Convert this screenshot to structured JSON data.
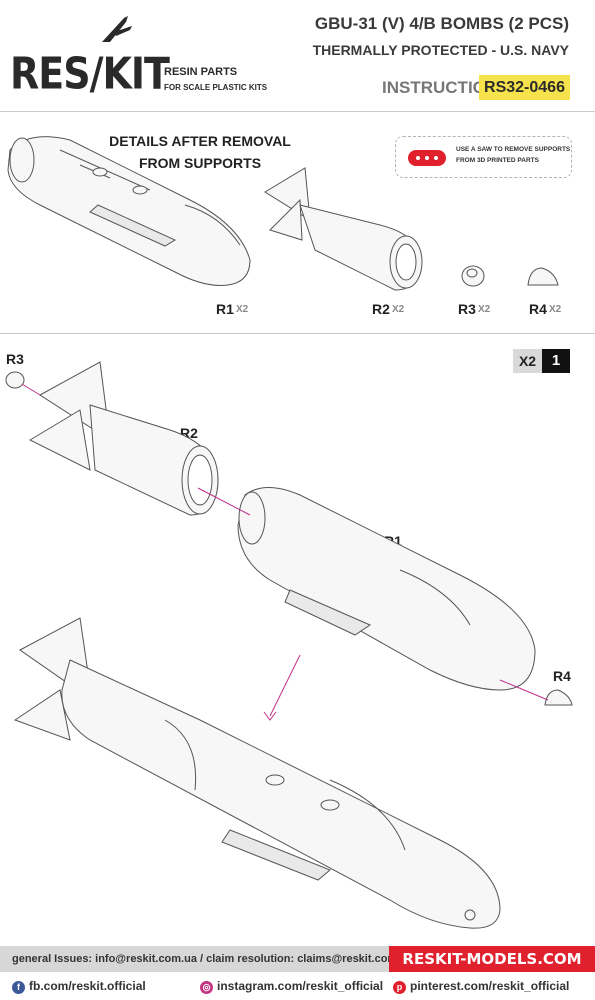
{
  "brand": {
    "wordmark": "RES/KIT",
    "line1": "RESIN PARTS",
    "line2": "FOR SCALE PLASTIC KITS"
  },
  "header": {
    "title": "GBU-31 (V) 4/B BOMBS (2 PCS)",
    "subtitle": "THERMALLY PROTECTED - U.S. NAVY",
    "instruction_label": "INSTRUCTION",
    "code": "RS32-0466"
  },
  "details": {
    "line1": "DETAILS AFTER REMOVAL",
    "line2": "FROM SUPPORTS"
  },
  "note": {
    "line1": "USE A SAW TO REMOVE SUPPORTS",
    "line2": "FROM 3D PRINTED PARTS"
  },
  "parts": [
    {
      "label": "R1",
      "qty": "X2"
    },
    {
      "label": "R2",
      "qty": "X2"
    },
    {
      "label": "R3",
      "qty": "X2"
    },
    {
      "label": "R4",
      "qty": "X2"
    }
  ],
  "step": {
    "multiplier": "X2",
    "number": "1",
    "labels": {
      "r3": "R3",
      "r2": "R2",
      "r1": "R1",
      "r4": "R4"
    }
  },
  "footer": {
    "contact": "general Issues: info@reskit.com.ua / claim resolution: claims@reskit.com.ua",
    "site": "RESKIT-MODELS.COM",
    "facebook": "fb.com/reskit.official",
    "instagram": "instagram.com/reskit_official",
    "pinterest": "pinterest.com/reskit_official"
  },
  "colors": {
    "accent_red": "#e0202c",
    "code_yellow": "#f6e24a",
    "arrow_magenta": "#c0308a"
  },
  "icons": {
    "facebook": "facebook-icon",
    "instagram": "instagram-icon",
    "pinterest": "pinterest-icon",
    "logo": "jet-icon"
  }
}
